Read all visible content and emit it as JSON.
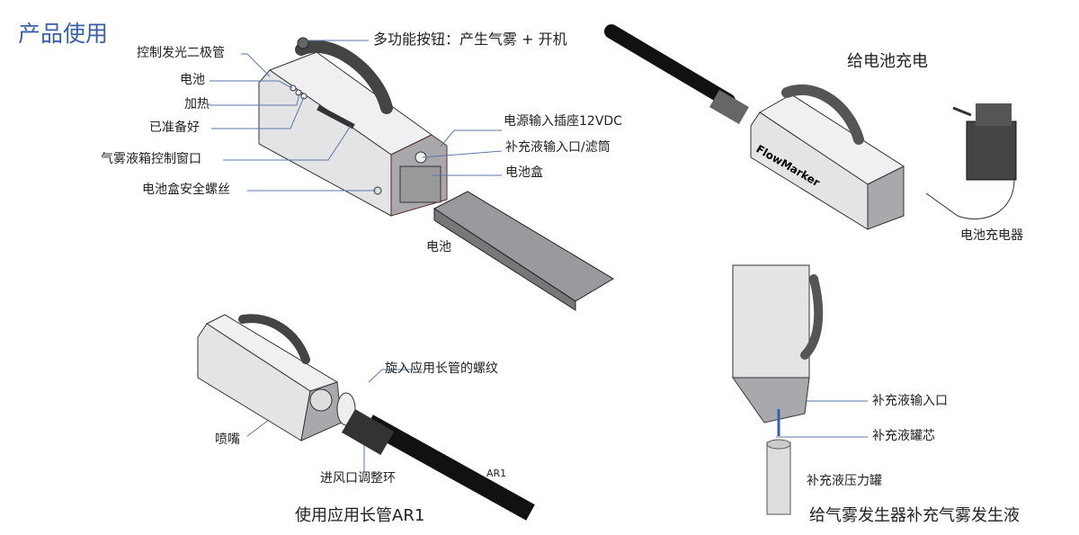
{
  "title": "产品使用",
  "accent_color": "#3a5fa8",
  "line_color": "#5b79a8",
  "section1": {
    "labels": {
      "led": "控制发光二极管",
      "battery_led": "电池",
      "heating": "加热",
      "ready": "已准备好",
      "window": "气雾液箱控制窗口",
      "screw": "电池盒安全螺丝",
      "button": "多功能按钮：产生气雾 + 开机",
      "power": "电源输入插座12VDC",
      "refill": "补充液输入口/滤筒",
      "battery_box": "电池盒",
      "battery": "电池"
    }
  },
  "section2": {
    "caption": "给电池充电",
    "charger": "电池充电器",
    "brand": "FlowMarker"
  },
  "section3": {
    "caption": "使用应用长管AR1",
    "thread": "旋入应用长管的螺纹",
    "nozzle": "喷嘴",
    "ring": "进风口调整环",
    "tube": "AR1"
  },
  "section4": {
    "caption": "给气雾发生器补充气雾发生液",
    "inlet": "补充液输入口",
    "core": "补充液罐芯",
    "can": "补充液压力罐"
  }
}
